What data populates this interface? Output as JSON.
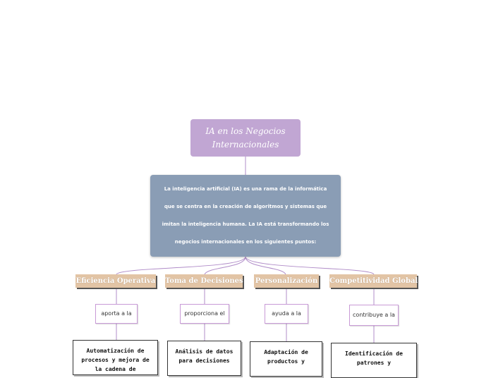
{
  "map": {
    "title": "IA en los Negocios Internacionales",
    "description": "La inteligencia artificial (IA) es una rama de la informática que se centra en la creación de algoritmos y sistemas que imitan la inteligencia humana. La IA está transformando los negocios internacionales en los siguientes puntos:",
    "branches": [
      {
        "label": "Eficiencia Operativa",
        "connector": "aporta a la",
        "detail": "Automatización de procesos y mejora de la cadena de"
      },
      {
        "label": "Toma de Decisiones",
        "connector": "proporciona el",
        "detail": "Análisis de datos para decisiones"
      },
      {
        "label": "Personalización",
        "connector": "ayuda a la",
        "detail": "Adaptación de productos y"
      },
      {
        "label": "Competitividad Global",
        "connector": "contribuye a la",
        "detail": "Identificación de patrones y"
      }
    ]
  },
  "colors": {
    "title_bg": "#c1a6d3",
    "description_bg": "#8a9db5",
    "branch_bg": "#e2c4a5",
    "line": "#b08cc8"
  }
}
